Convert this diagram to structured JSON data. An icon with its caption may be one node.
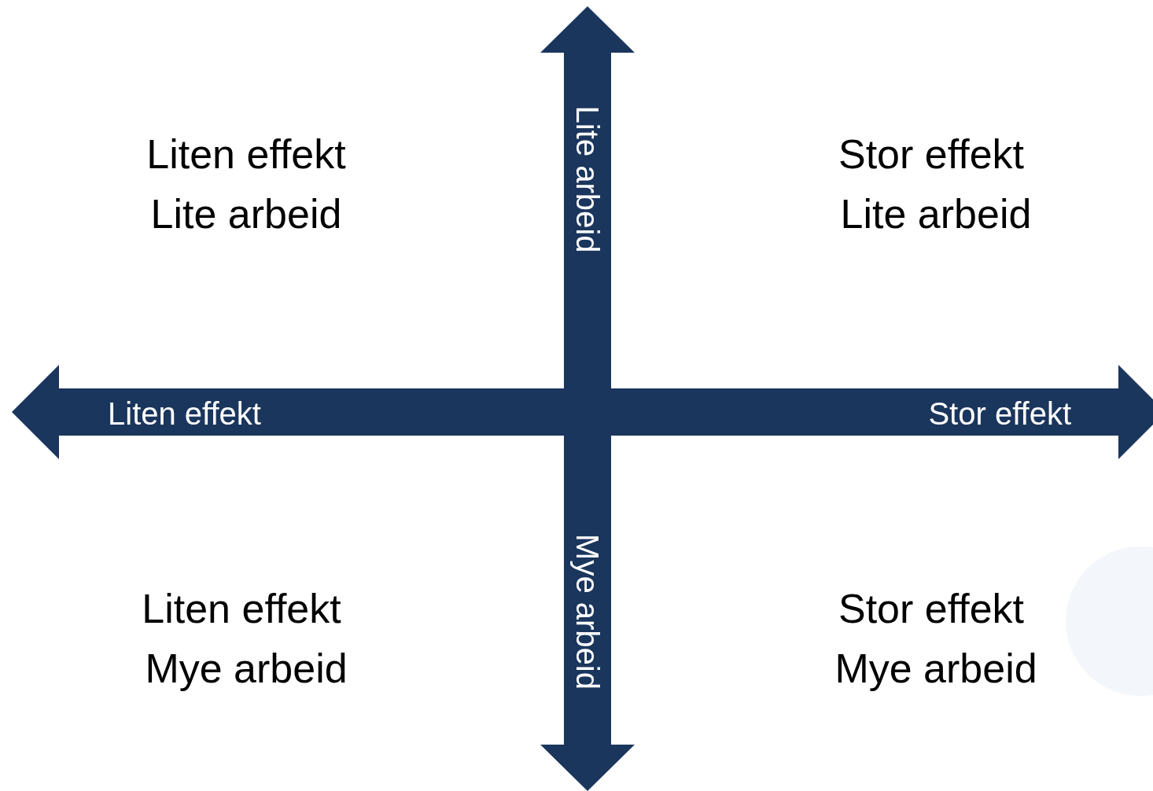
{
  "diagram": {
    "labels": [
      "Liten effekt",
      "Lite arbeid",
      "Lite arbeid",
      "Stor effekt",
      "Lite arbeid",
      "Liten effekt",
      "Stor effekt",
      "Liten effekt",
      "Mye arbeid",
      "Mye arbeid",
      "Stor effekt",
      "Mye arbeid"
    ]
  }
}
